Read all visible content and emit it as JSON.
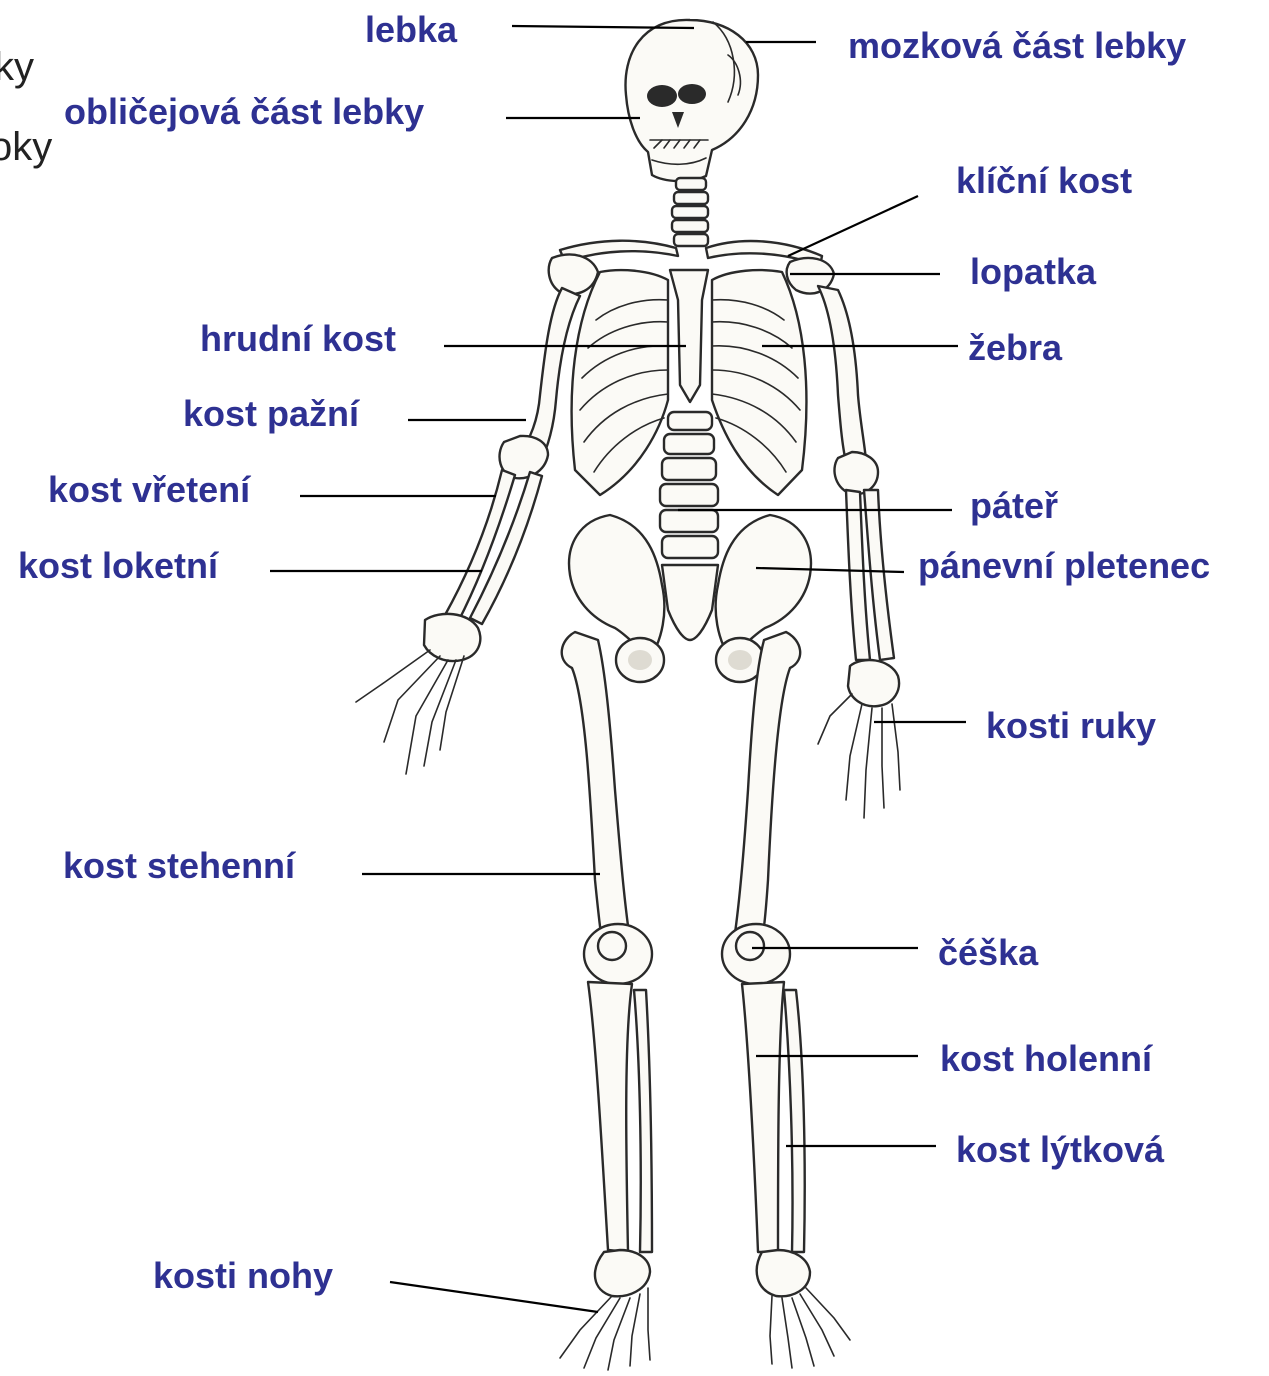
{
  "colors": {
    "label": "#2e3192",
    "leader": "#000000",
    "bone_fill": "#fbfaf6",
    "bone_stroke": "#2a2a2a",
    "fragment_text": "#222222",
    "background": "#ffffff"
  },
  "cut_off_text": [
    "ky",
    "oky"
  ],
  "labels": {
    "lebka": "lebka",
    "mozkova": "mozková část lebky",
    "oblicejova": "obličejová část lebky",
    "klicni": "klíční kost",
    "lopatka": "lopatka",
    "hrudni": "hrudní kost",
    "zebra": "žebra",
    "pazni": "kost pažní",
    "vreteni": "kost vřetení",
    "pater": "páteř",
    "loketni": "kost loketní",
    "panevni": "pánevní pletenec",
    "ruky": "kosti ruky",
    "stehenni": "kost stehenní",
    "ceska": "čéška",
    "holenni": "kost holenní",
    "lytkova": "kost lýtková",
    "nohy": "kosti nohy"
  }
}
